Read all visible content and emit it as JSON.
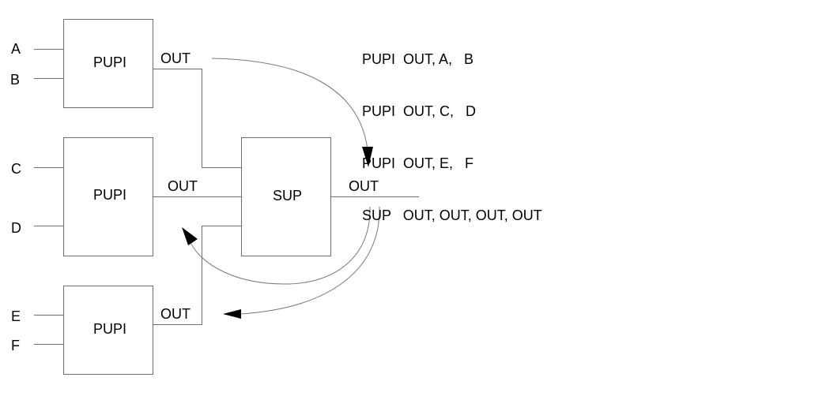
{
  "diagram": {
    "blocks": [
      {
        "id": "pupi1",
        "label": "PUPI",
        "inputs": [
          "A",
          "B"
        ],
        "output": "OUT"
      },
      {
        "id": "pupi2",
        "label": "PUPI",
        "inputs": [
          "C",
          "D"
        ],
        "output": "OUT"
      },
      {
        "id": "pupi3",
        "label": "PUPI",
        "inputs": [
          "E",
          "F"
        ],
        "output": "OUT"
      },
      {
        "id": "sup",
        "label": "SUP",
        "output": "OUT"
      }
    ],
    "netlist": [
      {
        "cell": "PUPI",
        "args": "OUT, A,   B"
      },
      {
        "cell": "PUPI",
        "args": "OUT, C,   D"
      },
      {
        "cell": "PUPI",
        "args": "OUT, E,   F"
      },
      {
        "cell": "SUP ",
        "args": "OUT, OUT, OUT, OUT"
      }
    ]
  }
}
